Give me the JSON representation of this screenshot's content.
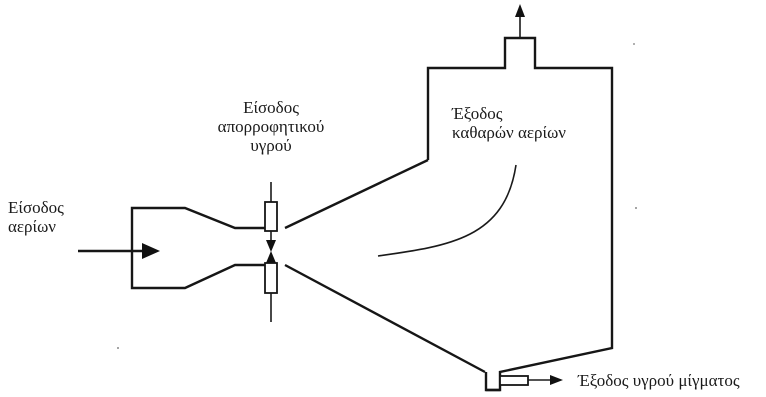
{
  "labels": {
    "gas_inlet": [
      "Είσοδος",
      "αερίων"
    ],
    "absorbent_inlet": [
      "Είσοδος",
      "απορροφητικού",
      "υγρού"
    ],
    "clean_gas_outlet": [
      "Έξοδος",
      "καθαρών αερίων"
    ],
    "liquid_mixture_outlet": "Έξοδος υγρού μίγματος"
  },
  "colors": {
    "line": "#161616",
    "text": "#1b1b1b",
    "background": "#ffffff"
  }
}
